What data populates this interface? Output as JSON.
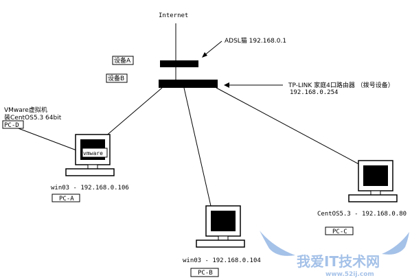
{
  "nodes": {
    "internet": "Internet",
    "adsl_modem": "ADSL猫 192.168.0.1",
    "router_name": "TP-LINK 家庭4口路由器 （拨号设备）",
    "router_ip": "192.168.0.254",
    "device_a": "设备A",
    "device_b": "设备B",
    "vm_note_line1": "VMware虚拟机",
    "vm_note_line2": "装CentOS5.3 64bit",
    "pc_d": "PC-D",
    "vmware_screen": "vmware",
    "pc_a_ip": "win03 - 192.168.0.106",
    "pc_a": "PC-A",
    "pc_b_ip": "win03 - 192.168.0.104",
    "pc_b": "PC-B",
    "pc_c_ip": "CentOS5.3  - 192.168.0.80",
    "pc_c": "PC-C"
  },
  "watermark": {
    "text": "我爱IT技术网",
    "url": "www.52ij.com",
    "color": "#5b8fd6"
  }
}
